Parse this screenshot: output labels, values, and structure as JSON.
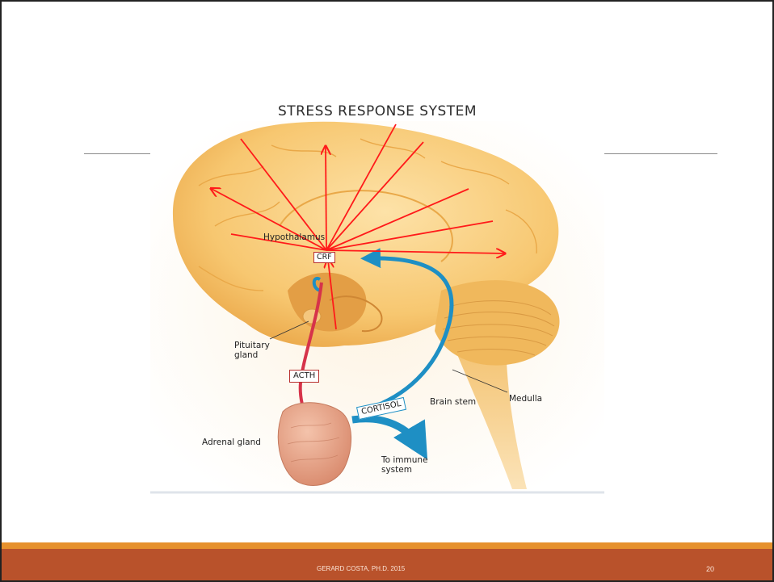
{
  "slide": {
    "diagram_title": "STRESS RESPONSE SYSTEM",
    "labels": {
      "hypothalamus": "Hypothalamus",
      "crf": "CRF",
      "pituitary_line1": "Pituitary",
      "pituitary_line2": "gland",
      "acth": "ACTH",
      "cortisol": "CORTISOL",
      "brain_stem": "Brain stem",
      "medulla": "Medulla",
      "adrenal_gland": "Adrenal gland",
      "immune_line1": "To immune",
      "immune_line2": "system"
    },
    "annotation_color": "#ff1a1a",
    "hormone_path_color": "#d6334a",
    "cortisol_path_color": "#1e8fc4",
    "brain_color": "#f7c770"
  },
  "footer": {
    "credit": "GERARD COSTA, PH.D. 2015",
    "page_number": "20",
    "bar_color": "#b9522b",
    "strip_color": "#e6912d"
  }
}
